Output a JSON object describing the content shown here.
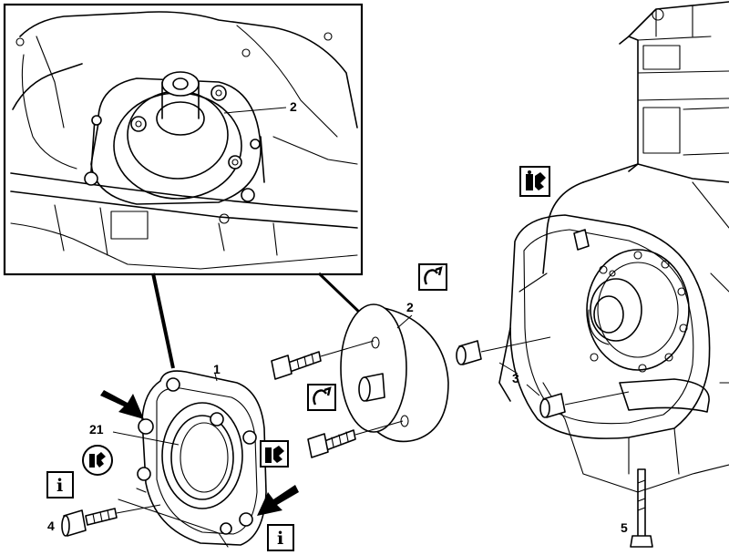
{
  "callouts": {
    "inset_part": "2",
    "seal_cover": "1",
    "seal_ring": "21",
    "flange": "2",
    "dowel_sleeves": "3",
    "cover_bolt": "4",
    "housing_bolt": "5"
  },
  "symbols": {
    "info_label": "i"
  },
  "icons": {
    "top_sealant": "sealant-icon",
    "flange_upper": "special-tool-icon",
    "flange_lower": "special-tool-icon",
    "cover_sealant": "sealant-icon",
    "cover_circle": "sealant-circle-icon",
    "info_left": "information-icon",
    "info_bottom": "information-icon",
    "arrow_upper": "pointer-arrow-icon",
    "arrow_lower": "pointer-arrow-icon"
  }
}
